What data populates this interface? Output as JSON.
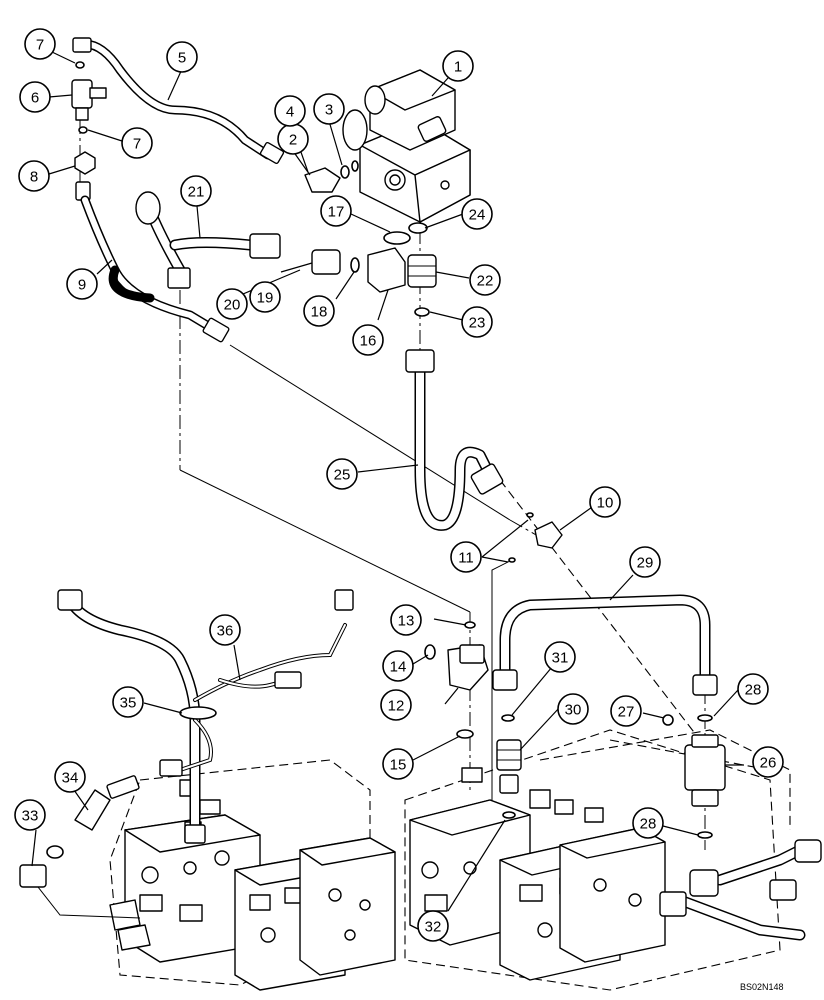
{
  "diagram": {
    "reference_code": "BS02N148",
    "callouts": [
      {
        "id": "c1",
        "label": "1"
      },
      {
        "id": "c2",
        "label": "2"
      },
      {
        "id": "c3",
        "label": "3"
      },
      {
        "id": "c4",
        "label": "4"
      },
      {
        "id": "c5",
        "label": "5"
      },
      {
        "id": "c6",
        "label": "6"
      },
      {
        "id": "c7a",
        "label": "7"
      },
      {
        "id": "c7b",
        "label": "7"
      },
      {
        "id": "c8",
        "label": "8"
      },
      {
        "id": "c9",
        "label": "9"
      },
      {
        "id": "c10",
        "label": "10"
      },
      {
        "id": "c11",
        "label": "11"
      },
      {
        "id": "c12",
        "label": "12"
      },
      {
        "id": "c13",
        "label": "13"
      },
      {
        "id": "c14",
        "label": "14"
      },
      {
        "id": "c15",
        "label": "15"
      },
      {
        "id": "c16",
        "label": "16"
      },
      {
        "id": "c17",
        "label": "17"
      },
      {
        "id": "c18",
        "label": "18"
      },
      {
        "id": "c19",
        "label": "19"
      },
      {
        "id": "c20",
        "label": "20"
      },
      {
        "id": "c21",
        "label": "21"
      },
      {
        "id": "c22",
        "label": "22"
      },
      {
        "id": "c23",
        "label": "23"
      },
      {
        "id": "c24",
        "label": "24"
      },
      {
        "id": "c25",
        "label": "25"
      },
      {
        "id": "c26",
        "label": "26"
      },
      {
        "id": "c27",
        "label": "27"
      },
      {
        "id": "c28a",
        "label": "28"
      },
      {
        "id": "c28b",
        "label": "28"
      },
      {
        "id": "c29",
        "label": "29"
      },
      {
        "id": "c30",
        "label": "30"
      },
      {
        "id": "c31",
        "label": "31"
      },
      {
        "id": "c32",
        "label": "32"
      },
      {
        "id": "c33",
        "label": "33"
      },
      {
        "id": "c34",
        "label": "34"
      },
      {
        "id": "c35",
        "label": "35"
      },
      {
        "id": "c36",
        "label": "36"
      }
    ]
  }
}
